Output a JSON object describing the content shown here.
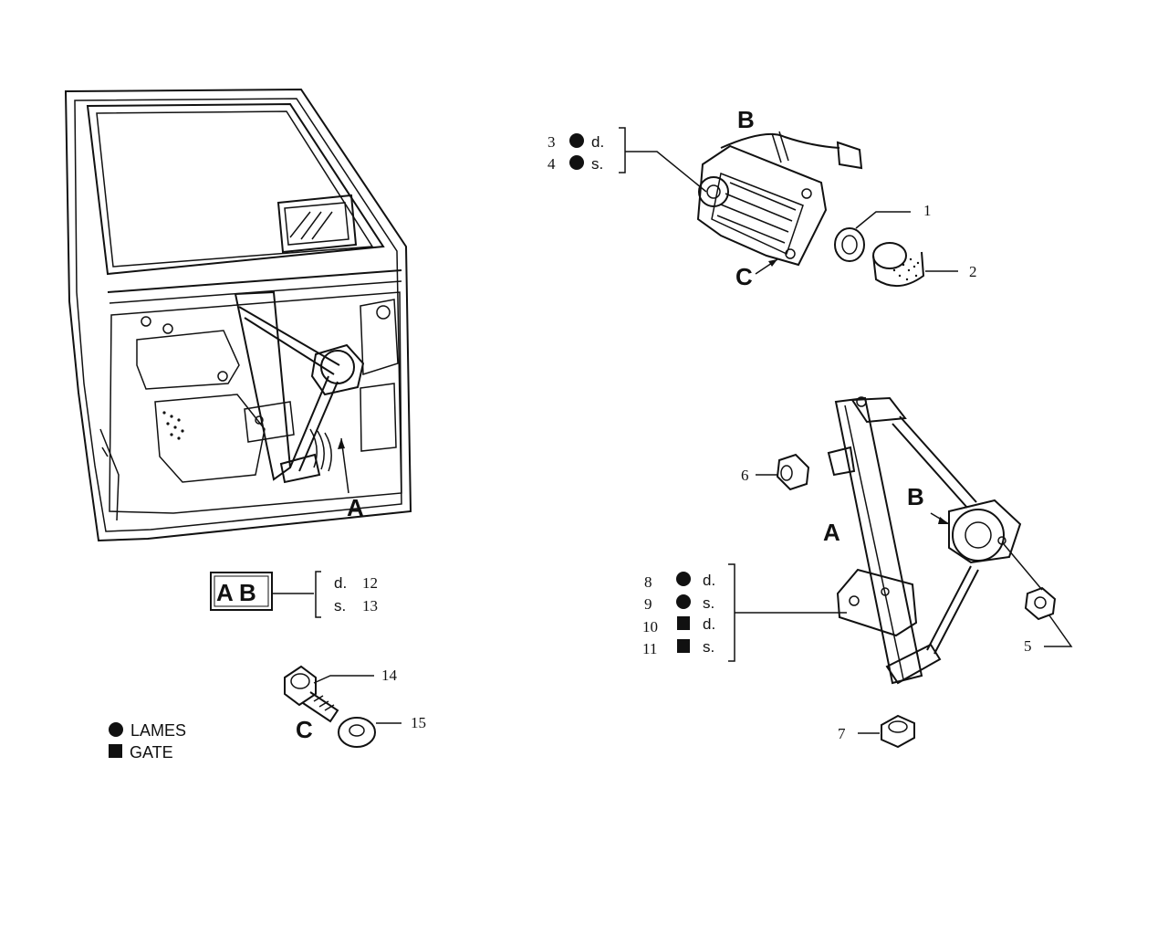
{
  "callouts": {
    "n1": "1",
    "n2": "2",
    "n3": "3",
    "n4": "4",
    "n5": "5",
    "n6": "6",
    "n7": "7",
    "n8": "8",
    "n9": "9",
    "n10": "10",
    "n11": "11",
    "n12": "12",
    "n13": "13",
    "n14": "14",
    "n15": "15"
  },
  "letters": {
    "a_door": "A",
    "a_reg": "A",
    "b_motor": "B",
    "b_reg": "B",
    "c_motor": "C",
    "c_bolt": "C",
    "ab_box": "A B"
  },
  "sides": {
    "d": "d.",
    "s": "s."
  },
  "legend": {
    "circle": "LAMES",
    "square": "GATE"
  }
}
